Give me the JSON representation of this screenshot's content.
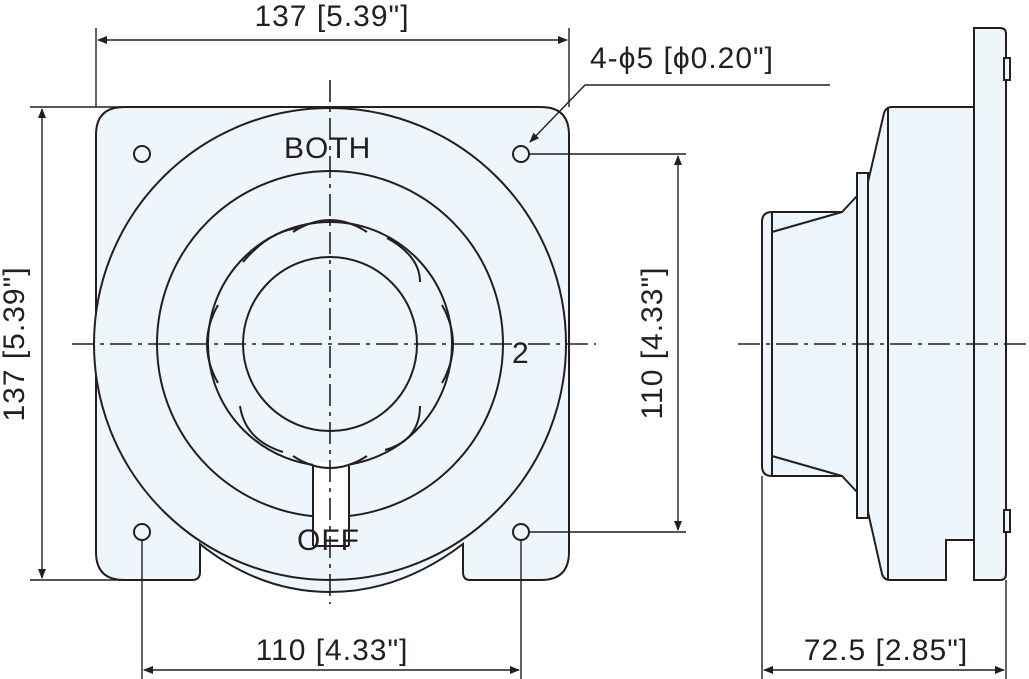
{
  "dimensions": {
    "top_width": "137 [5.39\"]",
    "left_height": "137 [5.39\"]",
    "right_hole_spacing": "110 [4.33\"]",
    "bottom_hole_spacing": "110 [4.33\"]",
    "side_depth": "72.5 [2.85\"]",
    "hole_callout": "4-ϕ5 [ϕ0.20\"]"
  },
  "labels": {
    "both": "BOTH",
    "off": "OFF",
    "position_2": "2"
  },
  "colors": {
    "part_fill": "#eef5fb",
    "line": "#231f20"
  }
}
